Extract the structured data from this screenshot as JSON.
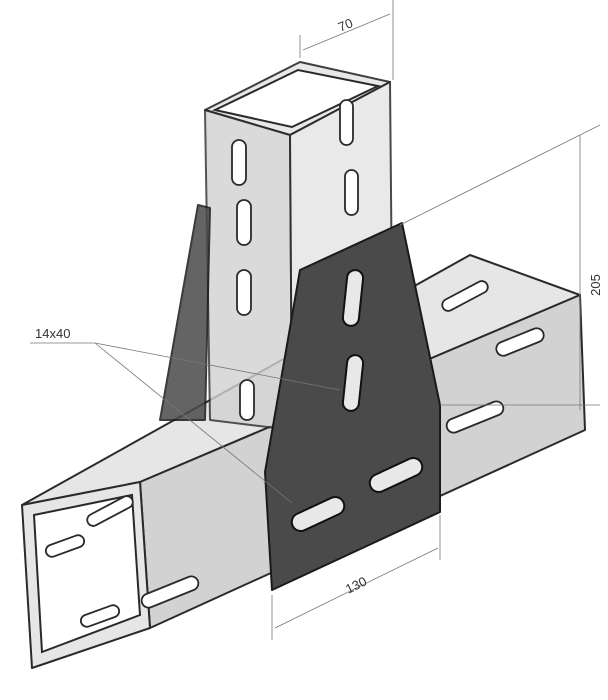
{
  "dimensions": {
    "width_tube": "70",
    "height": "205",
    "plate_width": "130",
    "slot_size": "14x40"
  },
  "colors": {
    "plate": "#4a4a4a",
    "tube": "#e6e6e6",
    "outline": "#2a2a2a"
  }
}
